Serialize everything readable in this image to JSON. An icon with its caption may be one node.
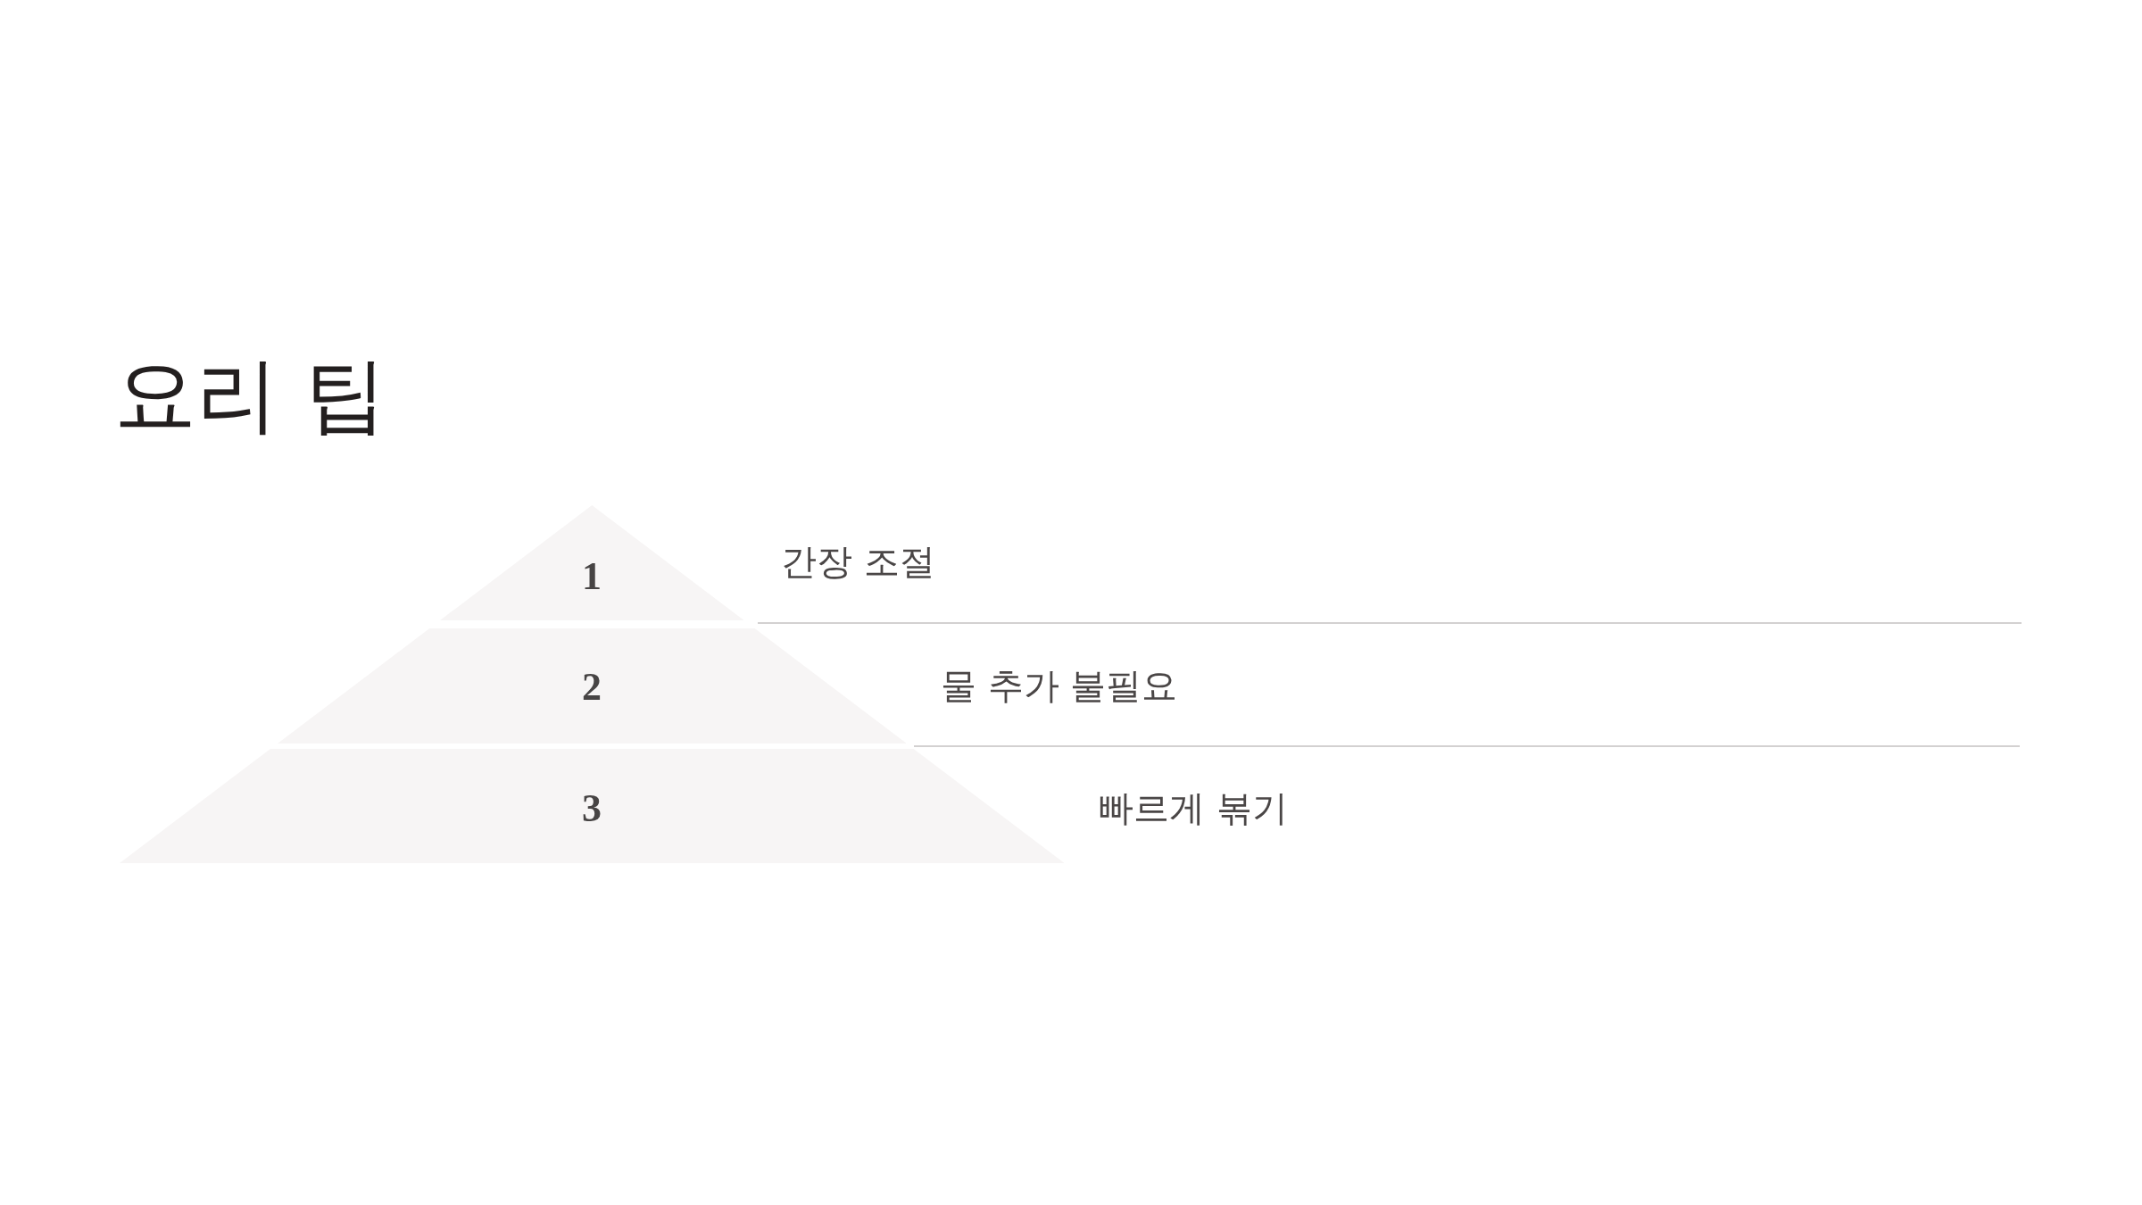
{
  "diagram": {
    "title": "요리 팁",
    "nodes": [
      {
        "text": [
          "1"
        ],
        "beside": [
          "간장 조절"
        ]
      },
      {
        "text": [
          "2"
        ],
        "beside": [
          "물 추가 불필요"
        ]
      },
      {
        "text": [
          "3"
        ],
        "beside": [
          "빠르게 볶기"
        ]
      }
    ]
  }
}
